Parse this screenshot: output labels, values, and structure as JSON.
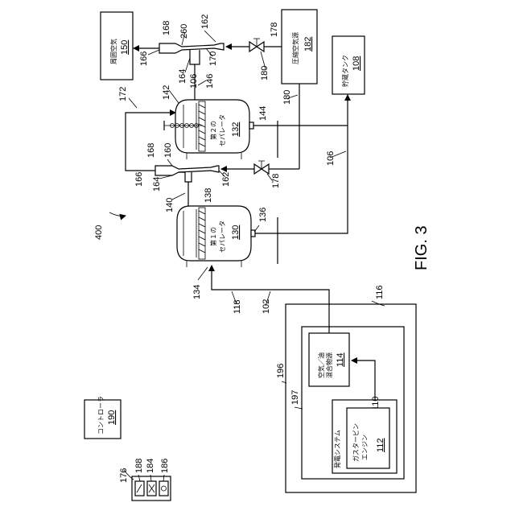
{
  "figure": {
    "label": "FIG. 3"
  },
  "refs": {
    "r400": "400",
    "r176": "176",
    "r188": "188",
    "r184": "184",
    "r186": "186",
    "r190": "190",
    "r196": "196",
    "r197": "197",
    "r116": "116",
    "r110": "110",
    "r112": "112",
    "r114": "114",
    "r102": "102",
    "r118": "118",
    "r134": "134",
    "r130": "130",
    "r136": "136",
    "r138": "138",
    "r140": "140",
    "r164a": "164",
    "r166a": "166",
    "r168a": "168",
    "r160": "160",
    "r162a": "162",
    "r178a": "178",
    "r180a": "180",
    "r172": "172",
    "r142": "142",
    "r132": "132",
    "r144": "144",
    "r106a": "106",
    "r106b": "106",
    "r146": "146",
    "r164b": "164",
    "r170": "170",
    "r166b": "166",
    "r168b": "168",
    "r260": "260",
    "r162b": "162",
    "r178b": "178",
    "r180b": "180",
    "r182": "182",
    "r150": "150",
    "r108": "108"
  },
  "labels": {
    "controller": "コントローラ",
    "power_system": "発電システム",
    "gas_turbine_1": "ガスタービン",
    "gas_turbine_2": "エンジン",
    "air_oil_mixture_1": "空気／油",
    "air_oil_mixture_2": "混合物源",
    "separator1_1": "第１の",
    "separator1_2": "セパレータ",
    "separator2_1": "第２の",
    "separator2_2": "セパレータ",
    "compressed_air_1": "圧縮空気源",
    "ambient_air": "周囲空気",
    "storage_tank": "貯蔵タンク"
  }
}
